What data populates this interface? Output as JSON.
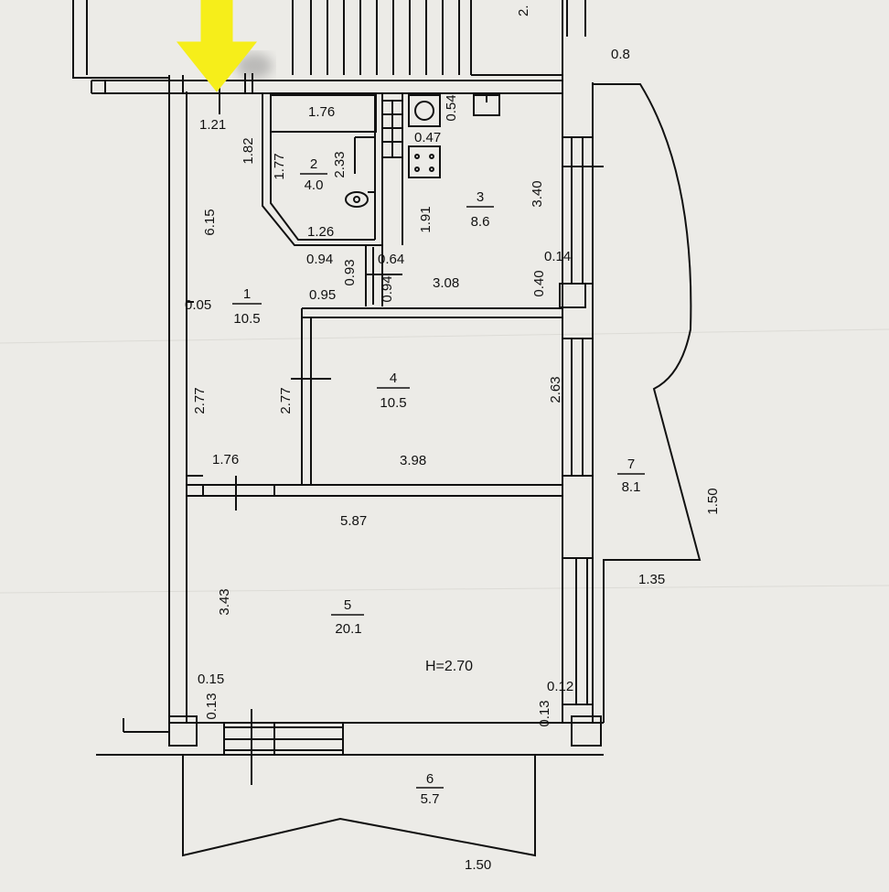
{
  "colors": {
    "paper": "#ecebe7",
    "ink": "#111111",
    "arrow": "#f6ee1a",
    "stain": "#8a8a8a"
  },
  "marker": {
    "icon": "yellow-arrow-down"
  },
  "ceiling_height": "H=2.70",
  "rooms": {
    "r1": {
      "num": "1",
      "area": "10.5"
    },
    "r2": {
      "num": "2",
      "area": "4.0"
    },
    "r3": {
      "num": "3",
      "area": "8.6"
    },
    "r4": {
      "num": "4",
      "area": "10.5"
    },
    "r5": {
      "num": "5",
      "area": "20.1"
    },
    "r6": {
      "num": "6",
      "area": "5.7"
    },
    "r7": {
      "num": "7",
      "area": "8.1"
    }
  },
  "dims": {
    "d_top_cut": "2.",
    "d_080": "0.8",
    "d_121": "1.21",
    "d_176_top": "1.76",
    "d_054": "0.54",
    "d_047": "0.47",
    "d_182": "1.82",
    "d_177": "1.77",
    "d_233": "2.33",
    "d_340": "3.40",
    "d_615": "6.15",
    "d_191": "1.91",
    "d_126": "1.26",
    "d_014": "0.14",
    "d_094a": "0.94",
    "d_064": "0.64",
    "d_093": "0.93",
    "d_040": "0.40",
    "d_005": "0.05",
    "d_095": "0.95",
    "d_094b": "0.94",
    "d_308": "3.08",
    "d_277a": "2.77",
    "d_277b": "2.77",
    "d_263": "2.63",
    "d_176_mid": "1.76",
    "d_398": "3.98",
    "d_587": "5.87",
    "d_150_bal7": "1.50",
    "d_135": "1.35",
    "d_343": "3.43",
    "d_015": "0.15",
    "d_013a": "0.13",
    "d_012": "0.12",
    "d_013b": "0.13",
    "d_150_bottom": "1.50"
  }
}
